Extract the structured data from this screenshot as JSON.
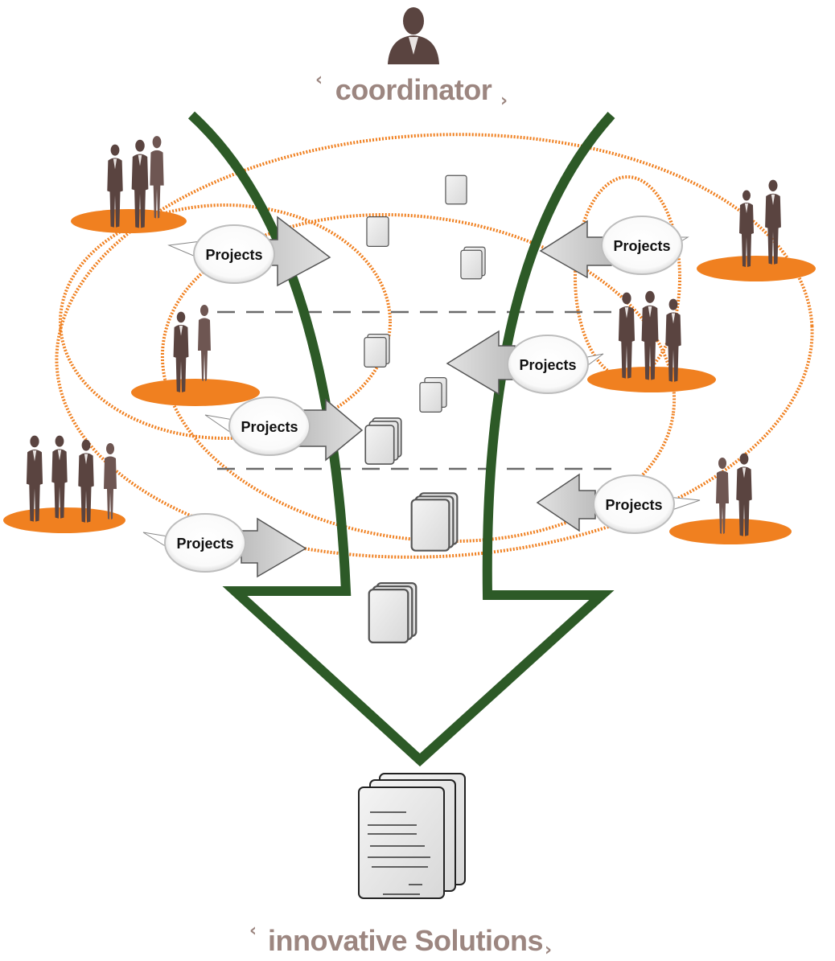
{
  "labels": {
    "top": "coordinator",
    "bottom": "innovative Solutions",
    "chevron_left": "‹",
    "chevron_right": "›"
  },
  "bubbles": [
    "Projects",
    "Projects",
    "Projects",
    "Projects",
    "Projects",
    "Projects"
  ],
  "colors": {
    "funnel": "#2d5a27",
    "platform": "#f08020",
    "dotted": "#f08020",
    "title": "#9c8680",
    "person": "#5a4440",
    "arrow": "#d2d2d2",
    "dash": "#6a6a6a"
  },
  "icons": [
    "coordinator-person-icon",
    "team-icon",
    "document-icon",
    "document-stack-icon",
    "solutions-document-icon"
  ]
}
